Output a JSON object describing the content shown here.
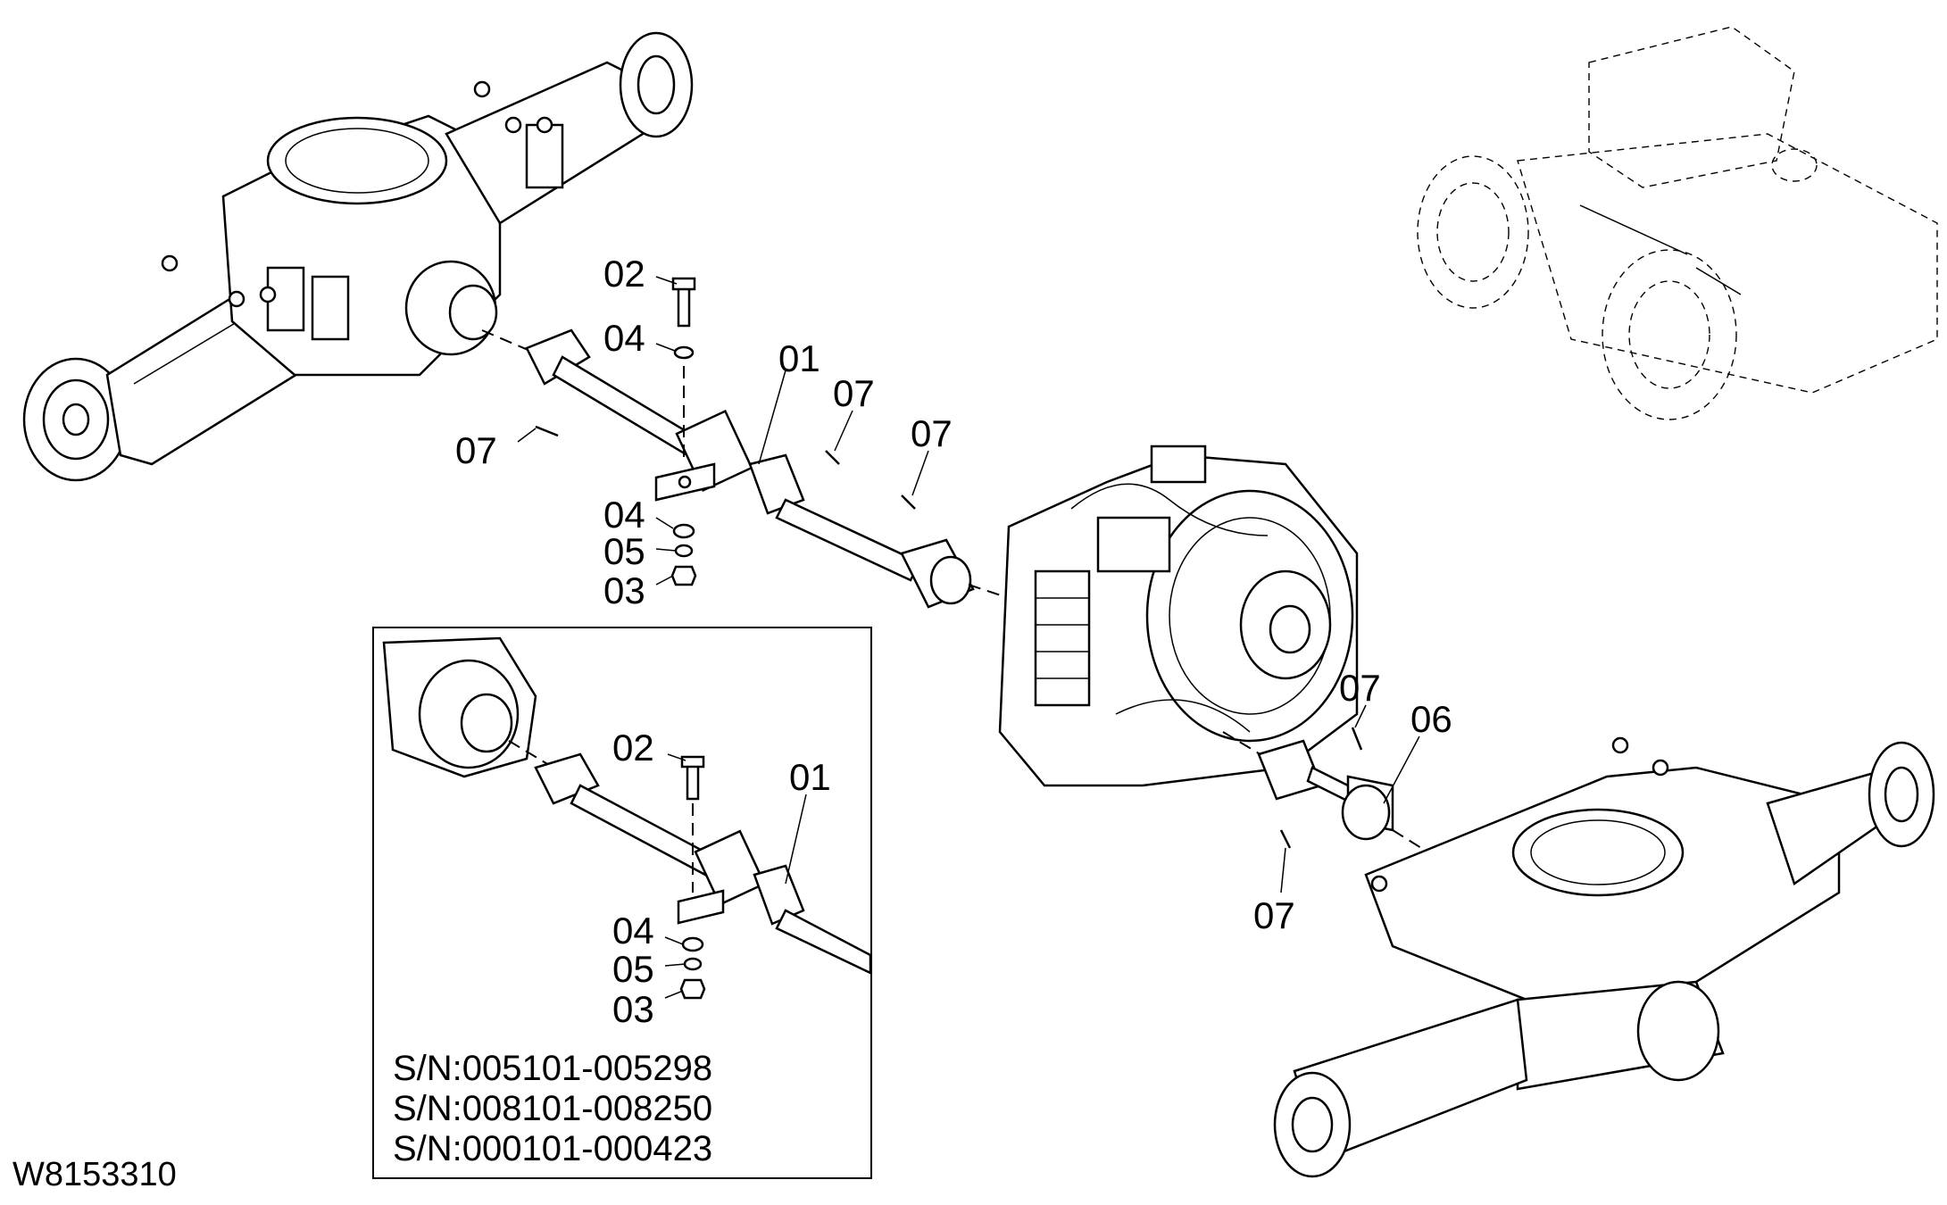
{
  "drawing_code": "W8153310",
  "callouts": {
    "main": {
      "c02": "02",
      "c04a": "04",
      "c07a": "07",
      "c01": "01",
      "c07b": "07",
      "c07c": "07",
      "c04b": "04",
      "c05": "05",
      "c03": "03",
      "c07d": "07",
      "c06": "06",
      "c07e": "07"
    },
    "inset": {
      "c02": "02",
      "c01": "01",
      "c04": "04",
      "c05": "05",
      "c03": "03"
    }
  },
  "serial_numbers": [
    "S/N:005101-005298",
    "S/N:008101-008250",
    "S/N:000101-000423"
  ]
}
